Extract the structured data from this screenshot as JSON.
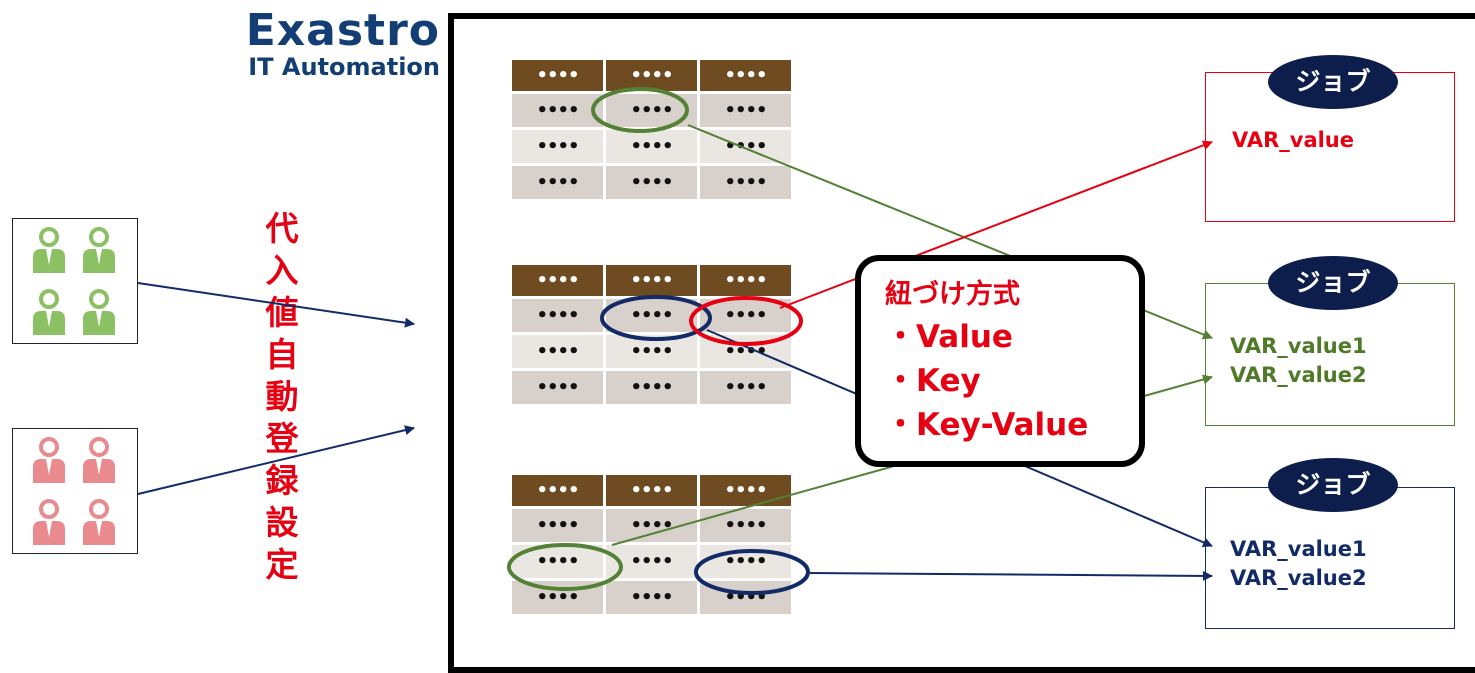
{
  "logo": {
    "main": "Exastro",
    "sub": "IT Automation"
  },
  "vertical_title": [
    "代",
    "入",
    "値",
    "自",
    "動",
    "登",
    "録",
    "設",
    "定"
  ],
  "tables": [
    {
      "rows": [
        [
          "••••",
          "••••",
          "••••"
        ],
        [
          "••••",
          "••••",
          "••••"
        ],
        [
          "••••",
          "••••",
          "••••"
        ],
        [
          "••••",
          "••••",
          "••••"
        ]
      ]
    },
    {
      "rows": [
        [
          "••••",
          "••••",
          "••••"
        ],
        [
          "••••",
          "••••",
          "••••"
        ],
        [
          "••••",
          "••••",
          "••••"
        ],
        [
          "••••",
          "••••",
          "••••"
        ]
      ]
    },
    {
      "rows": [
        [
          "••••",
          "••••",
          "••••"
        ],
        [
          "••••",
          "••••",
          "••••"
        ],
        [
          "••••",
          "••••",
          "••••"
        ],
        [
          "••••",
          "••••",
          "••••"
        ]
      ]
    }
  ],
  "method": {
    "title": "紐づけ方式",
    "items": [
      "・Value",
      "・Key",
      "・Key-Value"
    ]
  },
  "jobs": [
    {
      "label": "ジョブ",
      "vars": [
        "VAR_value"
      ],
      "color": "#e60012"
    },
    {
      "label": "ジョブ",
      "vars": [
        "VAR_value1",
        "VAR_value2"
      ],
      "color": "#4f7a28"
    },
    {
      "label": "ジョブ",
      "vars": [
        "VAR_value1",
        "VAR_value2"
      ],
      "color": "#122a66"
    }
  ],
  "colors": {
    "brand": "#123e73",
    "green": "#538135",
    "red": "#e60012",
    "navy": "#122a66",
    "header_brown": "#6e4b21",
    "user_green": "#8bc063",
    "user_pink": "#e88a8e"
  }
}
